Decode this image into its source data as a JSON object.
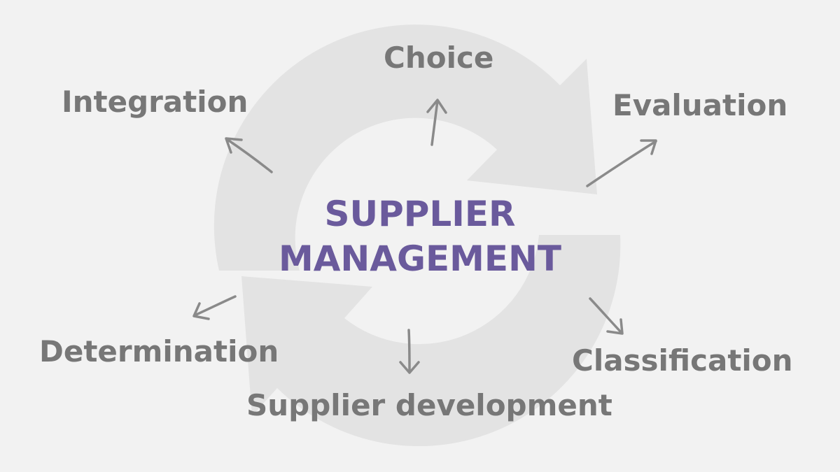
{
  "title": {
    "line1": "SUPPLIER",
    "line2": "MANAGEMENT"
  },
  "steps": [
    "Choice",
    "Evaluation",
    "Classification",
    "Supplier development",
    "Determination",
    "Integration"
  ],
  "colors": {
    "background": "#f2f2f2",
    "cycle_shape": "#e3e3e3",
    "label_text": "#777777",
    "arrows": "#8a8a8a",
    "title_text": "#6a5a9c"
  }
}
